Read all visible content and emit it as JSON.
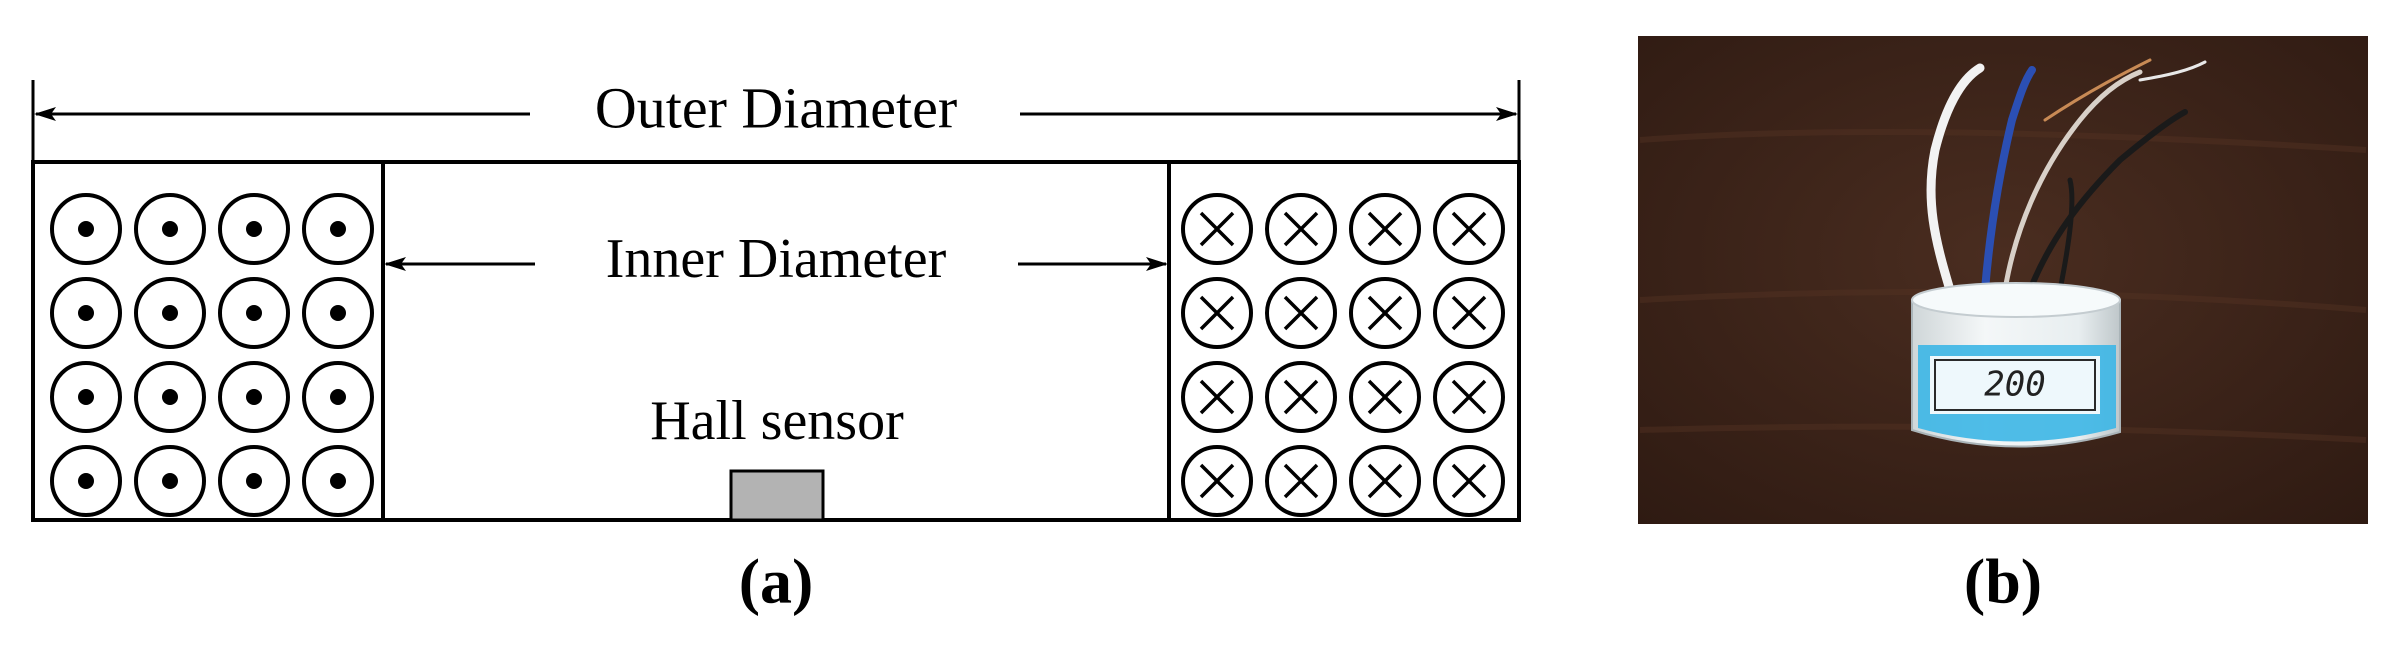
{
  "panel_a": {
    "outer_diameter_label": "Outer Diameter",
    "inner_diameter_label": "Inner Diameter",
    "hall_sensor_label": "Hall sensor",
    "caption": "(a)",
    "left_coil_symbol": "current-out-of-page (dot)",
    "right_coil_symbol": "current-into-page (cross)",
    "coil_grid": {
      "rows": 4,
      "cols": 4
    },
    "sensor_color": "#b3b3b3"
  },
  "panel_b": {
    "caption": "(b)",
    "label_text": "200",
    "photo_description_icon": "coil-photo",
    "background_color": "#3a2218",
    "tape_color": "#3cb6e6"
  }
}
